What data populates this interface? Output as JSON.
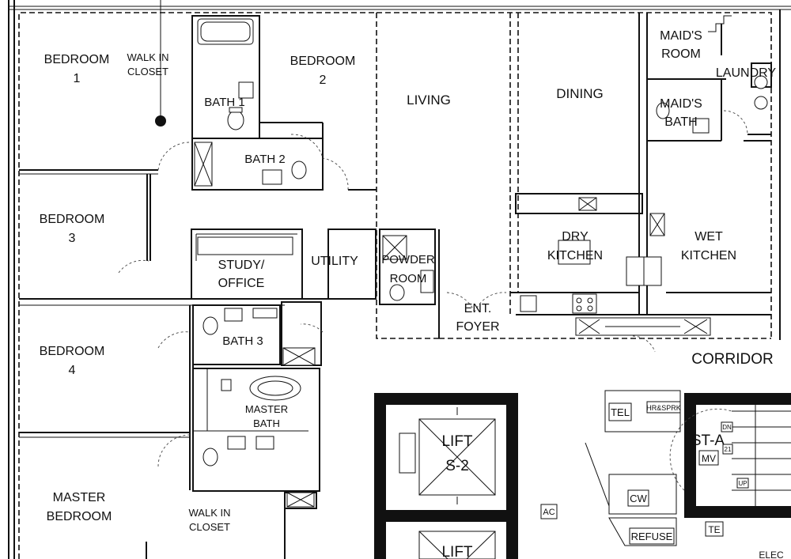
{
  "rooms": {
    "bedroom1": [
      "BEDROOM",
      "1"
    ],
    "walk_in_closet_1": [
      "WALK IN",
      "CLOSET"
    ],
    "bedroom2": [
      "BEDROOM",
      "2"
    ],
    "bath1": "BATH 1",
    "bath2": "BATH 2",
    "living": "LIVING",
    "dining": "DINING",
    "maids_room": [
      "MAID'S",
      "ROOM"
    ],
    "laundry": "LAUNDRY",
    "maids_bath": [
      "MAID'S",
      "BATH"
    ],
    "bedroom3": [
      "BEDROOM",
      "3"
    ],
    "study": [
      "STUDY/",
      "OFFICE"
    ],
    "utility": "UTILITY",
    "powder_room": [
      "POWDER",
      "ROOM"
    ],
    "dry_kitchen": [
      "DRY",
      "KITCHEN"
    ],
    "wet_kitchen": [
      "WET",
      "KITCHEN"
    ],
    "ent_foyer": [
      "ENT.",
      "FOYER"
    ],
    "bedroom4": [
      "BEDROOM",
      "4"
    ],
    "bath3": "BATH 3",
    "corridor": "CORRIDOR",
    "master_bath": [
      "MASTER",
      "BATH"
    ],
    "lift_s2": [
      "LIFT",
      "S-2"
    ],
    "lift_lower": "LIFT",
    "st_a": "ST-A",
    "master_bedroom": [
      "MASTER",
      "BEDROOM"
    ],
    "walk_in_closet_2": [
      "WALK IN",
      "CLOSET"
    ]
  },
  "service_tags": {
    "tel": "TEL",
    "hr_sprk": "HR&SPRK",
    "dn": "DN",
    "up": "UP",
    "mv": "MV",
    "step_21": "21",
    "cw": "CW",
    "refuse": "REFUSE",
    "te": "TE",
    "ac": "AC",
    "elec": "ELEC"
  }
}
